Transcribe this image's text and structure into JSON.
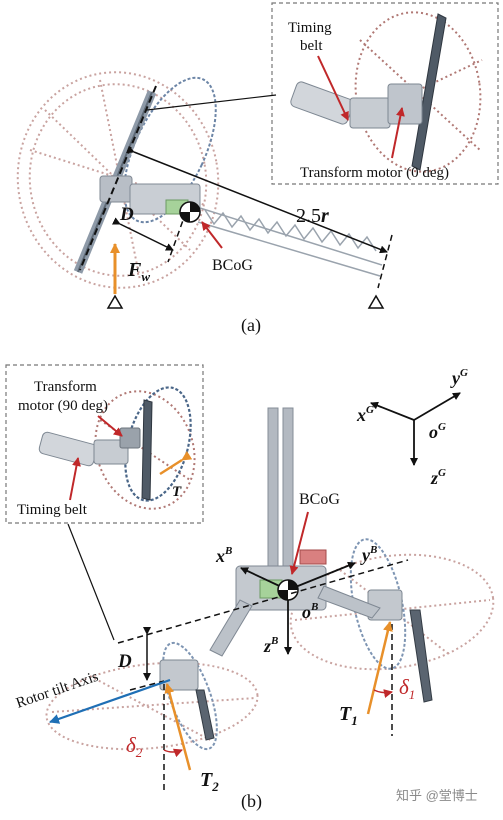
{
  "panel_a": {
    "label": "(a)",
    "inset": {
      "title_line1": "Timing",
      "title_line2": "belt",
      "motor_label": "Transform motor (0 deg)"
    },
    "dim_D": "D",
    "dim_r_coef": "2.5",
    "dim_r_var": "r",
    "force_main": "F",
    "force_sub": "w",
    "cog_label": "BCoG"
  },
  "panel_b": {
    "label": "(b)",
    "inset": {
      "motor_line1": "Transform",
      "motor_line2": "motor (90 deg)",
      "belt_label": "Timing belt",
      "thrust": "T"
    },
    "global_frame": {
      "x": "x",
      "y": "y",
      "o": "o",
      "z": "z",
      "sup": "G"
    },
    "body_frame": {
      "x": "x",
      "y": "y",
      "o": "o",
      "z": "z",
      "sup": "B"
    },
    "cog_label": "BCoG",
    "dim_D": "D",
    "tilt_axis": "Rotor tilt Axis",
    "delta1": "δ",
    "delta1_sub": "1",
    "delta2": "δ",
    "delta2_sub": "2",
    "T1": "T",
    "T1_sub": "1",
    "T2": "T",
    "T2_sub": "2"
  },
  "watermark": "知乎 @堂博士",
  "colors": {
    "orange": "#e8902a",
    "red": "#c0282a",
    "blue": "#1f6fb5",
    "frame_gray": "#7d8a99",
    "prop_red": "#a8706c",
    "prop_blue": "#4a6688"
  }
}
